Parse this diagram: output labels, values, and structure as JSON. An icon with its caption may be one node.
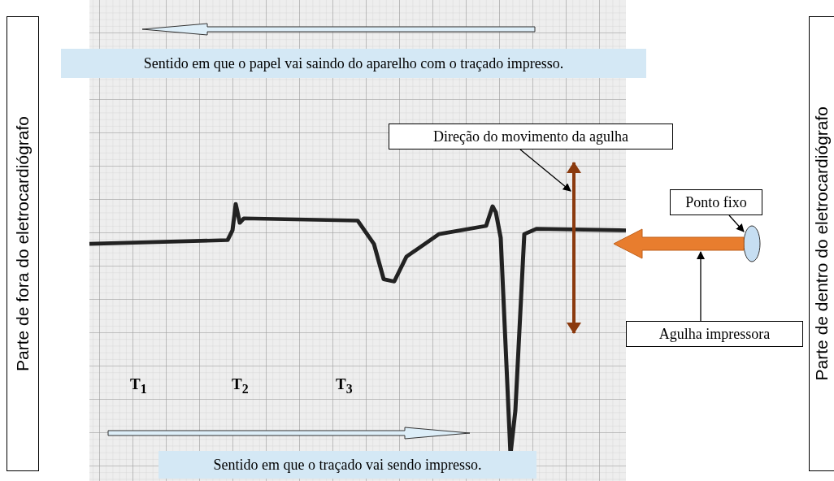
{
  "diagram": {
    "nodes": [
      {
        "text": [
          "Parte de fora do eletrocardiógrafo"
        ]
      },
      {
        "text": [
          "Sentido em que o papel vai saindo do aparelho com o traçado impresso."
        ]
      },
      {
        "text": [
          "Direção do movimento da agulha"
        ]
      },
      {
        "text": [
          "Ponto fixo"
        ]
      },
      {
        "text": [
          "Agulha impressora"
        ]
      },
      {
        "text": [
          "Sentido em que o traçado vai sendo impresso."
        ]
      },
      {
        "text": [
          "Parte de dentro do eletrocardiógrafo"
        ]
      },
      {
        "text": [],
        "shape": "arrow"
      },
      {
        "text": [],
        "shape": "ellipse"
      },
      {
        "text": [],
        "shape": "arrow"
      }
    ],
    "edges": [
      {
        "from": 2,
        "to": 7,
        "arrow": "to"
      },
      {
        "from": 3,
        "to": 8,
        "arrow": "to"
      },
      {
        "from": 4,
        "to": 9,
        "arrow": "to"
      }
    ],
    "labels": [
      "T$_{1}$",
      "T$_{2}$",
      "T$_{3}$"
    ]
  }
}
